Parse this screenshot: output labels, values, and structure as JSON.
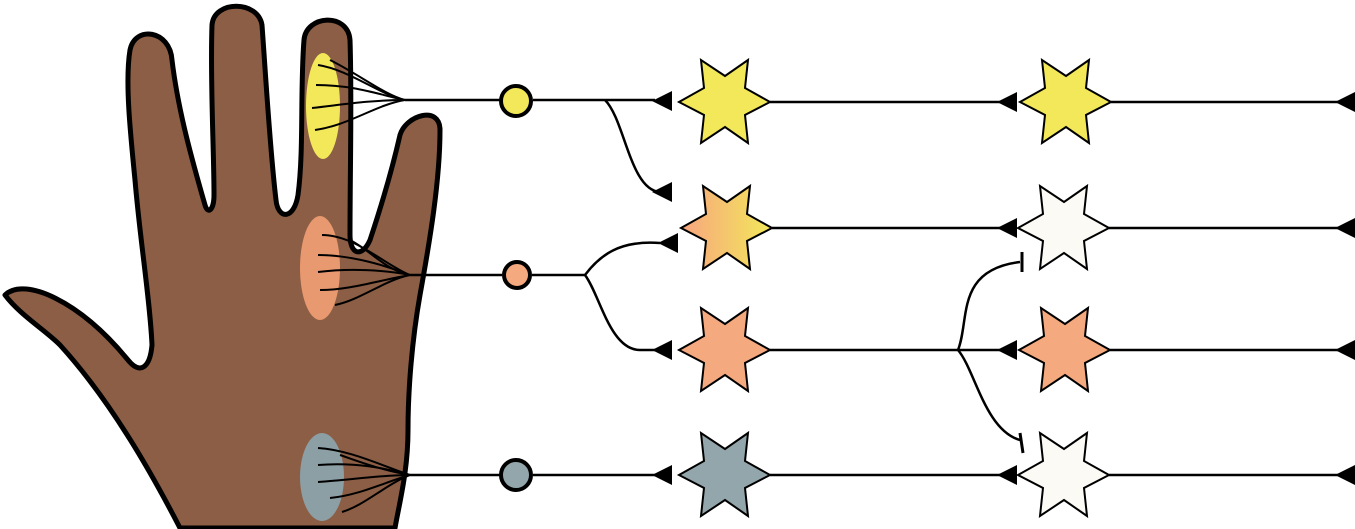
{
  "colors": {
    "skin": "#8B5E45",
    "outline": "#000000",
    "yellow": "#F2E85A",
    "peach": "#F5A97F",
    "peach_light": "#F8CC8E",
    "grey_blue": "#93A6AB",
    "off_white": "#FBFAF5",
    "field_peach": "#E9996F",
    "field_grey": "#8C9FA5"
  },
  "elements": {
    "hand": {
      "icon": "hand-icon"
    },
    "receptive_fields": [
      {
        "id": "yellow",
        "color": "yellow"
      },
      {
        "id": "peach",
        "color": "field_peach"
      },
      {
        "id": "grey",
        "color": "field_grey"
      }
    ],
    "ganglia": [
      {
        "id": "yellow",
        "color": "yellow"
      },
      {
        "id": "peach",
        "color": "peach"
      },
      {
        "id": "grey",
        "color": "grey_blue"
      }
    ],
    "first_layer_neurons": [
      {
        "id": "row-1",
        "color": "yellow"
      },
      {
        "id": "row-2",
        "color": "gradient"
      },
      {
        "id": "row-3",
        "color": "peach"
      },
      {
        "id": "row-4",
        "color": "grey_blue"
      }
    ],
    "second_layer_neurons": [
      {
        "id": "row-1",
        "color": "yellow"
      },
      {
        "id": "row-2",
        "color": "off_white"
      },
      {
        "id": "row-3",
        "color": "peach"
      },
      {
        "id": "row-4",
        "color": "off_white"
      }
    ],
    "connections": {
      "excitatory_marker": "triangle-terminal",
      "inhibitory_marker": "bar-terminal"
    }
  }
}
